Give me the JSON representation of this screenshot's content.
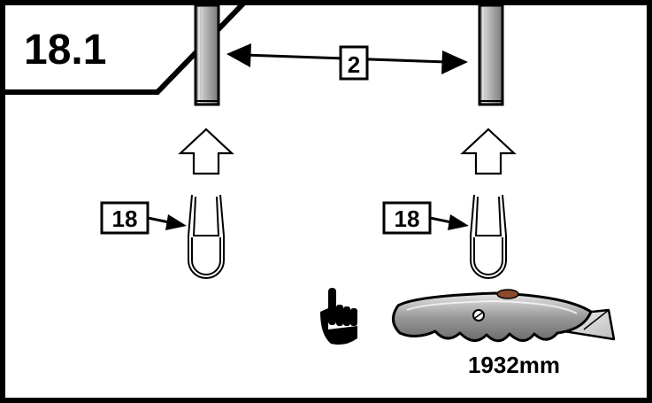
{
  "step": {
    "number": "18.1"
  },
  "labels": {
    "spacing_part": "2",
    "seal_left": "18",
    "seal_right": "18"
  },
  "measurement": {
    "text": "1932mm"
  },
  "icons": {
    "hand": "pointing-hand-icon",
    "knife": "utility-knife-icon",
    "arrow_up": "up-arrow-icon",
    "double_arrow": "double-arrow-icon"
  }
}
